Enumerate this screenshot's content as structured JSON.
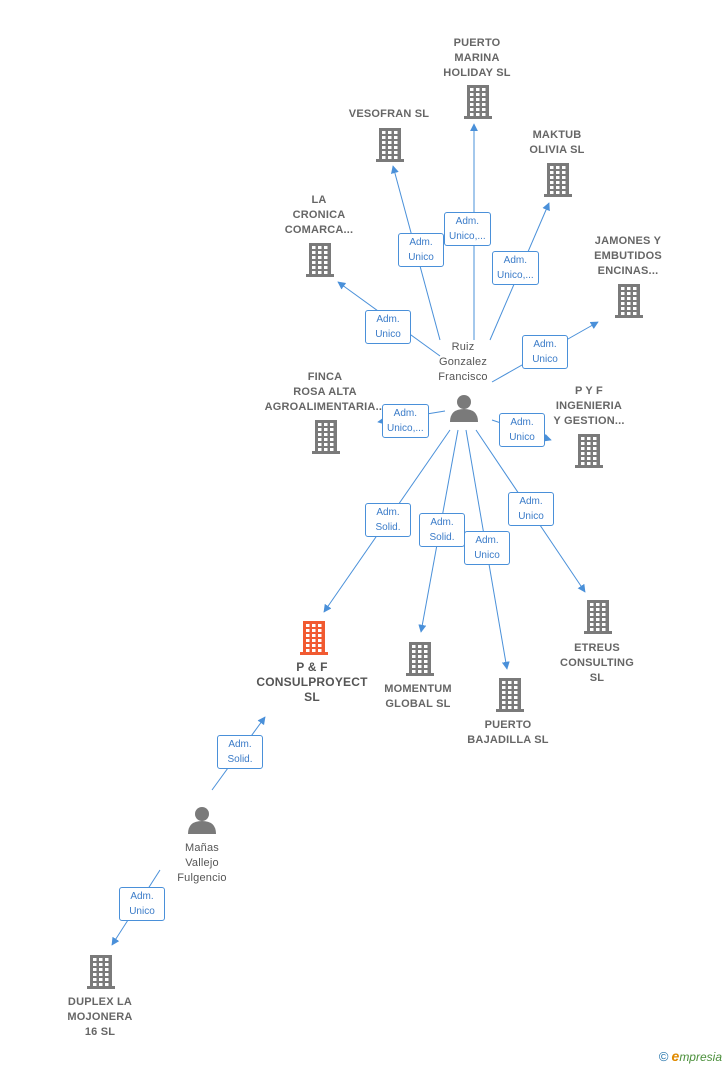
{
  "colors": {
    "edge": "#4a90d9",
    "company_icon": "#7a7a7a",
    "focus_icon": "#f15a31",
    "person_icon": "#7a7a7a"
  },
  "nodes": [
    {
      "id": "puerto_marina",
      "type": "company",
      "name": "PUERTO\nMARINA\nHOLIDAY  SL"
    },
    {
      "id": "vesofran",
      "type": "company",
      "name": "VESOFRAN  SL"
    },
    {
      "id": "maktub",
      "type": "company",
      "name": "MAKTUB\nOLIVIA  SL"
    },
    {
      "id": "cronica",
      "type": "company",
      "name": "LA\nCRONICA\nCOMARCA..."
    },
    {
      "id": "jamones",
      "type": "company",
      "name": "JAMONES Y\nEMBUTIDOS\nENCINAS..."
    },
    {
      "id": "ruiz",
      "type": "person",
      "name": "Ruiz\nGonzalez\nFrancisco"
    },
    {
      "id": "finca",
      "type": "company",
      "name": "FINCA\nROSA ALTA\nAGROALIMENTARIA..."
    },
    {
      "id": "pyf",
      "type": "company",
      "name": "P Y F\nINGENIERIA\nY GESTION..."
    },
    {
      "id": "pf",
      "type": "company",
      "focus": true,
      "name": "P & F\nCONSULPROYECT\nSL"
    },
    {
      "id": "momentum",
      "type": "company",
      "name": "MOMENTUM\nGLOBAL  SL"
    },
    {
      "id": "bajadilla",
      "type": "company",
      "name": "PUERTO\nBAJADILLA SL"
    },
    {
      "id": "etreus",
      "type": "company",
      "name": "ETREUS\nCONSULTING\nSL"
    },
    {
      "id": "manas",
      "type": "person",
      "name": "Mañas\nVallejo\nFulgencio"
    },
    {
      "id": "duplex",
      "type": "company",
      "name": "DUPLEX LA\nMOJONERA\n16  SL"
    }
  ],
  "edges": [
    {
      "from": "ruiz",
      "to": "puerto_marina",
      "label": "Adm.\nUnico,..."
    },
    {
      "from": "ruiz",
      "to": "vesofran",
      "label": "Adm.\nUnico"
    },
    {
      "from": "ruiz",
      "to": "maktub",
      "label": "Adm.\nUnico,..."
    },
    {
      "from": "ruiz",
      "to": "cronica",
      "label": "Adm.\nUnico"
    },
    {
      "from": "ruiz",
      "to": "jamones",
      "label": "Adm.\nUnico"
    },
    {
      "from": "ruiz",
      "to": "finca",
      "label": "Adm.\nUnico,..."
    },
    {
      "from": "ruiz",
      "to": "pyf",
      "label": "Adm.\nUnico"
    },
    {
      "from": "ruiz",
      "to": "pf",
      "label": "Adm.\nSolid."
    },
    {
      "from": "ruiz",
      "to": "momentum",
      "label": "Adm.\nSolid."
    },
    {
      "from": "ruiz",
      "to": "bajadilla",
      "label": "Adm.\nUnico"
    },
    {
      "from": "ruiz",
      "to": "etreus",
      "label": "Adm.\nUnico"
    },
    {
      "from": "manas",
      "to": "pf",
      "label": "Adm.\nSolid."
    },
    {
      "from": "manas",
      "to": "duplex",
      "label": "Adm.\nUnico"
    }
  ],
  "brand": {
    "copyright": "©",
    "first_letter": "e",
    "rest": "mpresia"
  }
}
